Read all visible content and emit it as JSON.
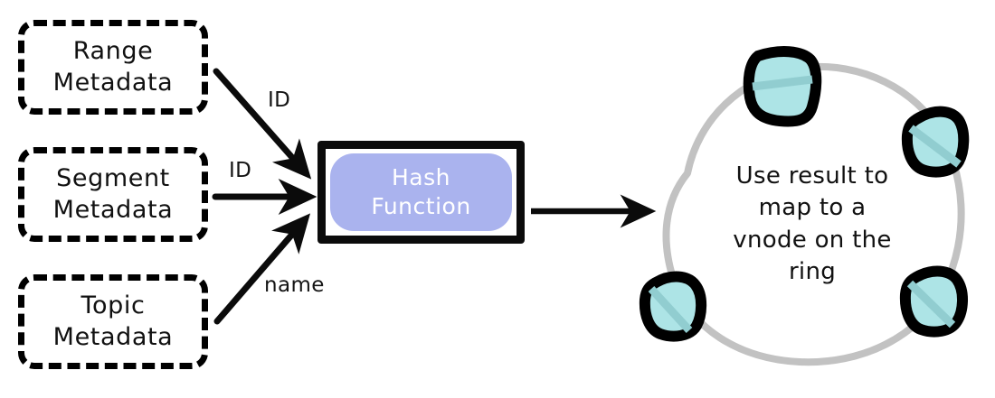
{
  "diagram": {
    "title_text_present": false,
    "colors": {
      "hash_fill": "#aab3ee",
      "hash_text": "#ffffff",
      "hash_border": "#0b0b0b",
      "vnode_fill": "#ade4e6",
      "vnode_band": "#91cdd0",
      "vnode_border": "#000000",
      "ring_stroke": "#c2c2c2",
      "box_border": "#000000",
      "text": "#111111",
      "background": "#ffffff"
    },
    "sources": [
      {
        "id": "range",
        "line1": "Range",
        "line2": "Metadata"
      },
      {
        "id": "segment",
        "line1": "Segment",
        "line2": "Metadata"
      },
      {
        "id": "topic",
        "line1": "Topic",
        "line2": "Metadata"
      }
    ],
    "hash": {
      "line1": "Hash",
      "line2": "Function"
    },
    "edges": [
      {
        "id": "range-to-hash",
        "label": "ID",
        "from": "range",
        "to": "hash"
      },
      {
        "id": "segment-to-hash",
        "label": "ID",
        "from": "segment",
        "to": "hash"
      },
      {
        "id": "topic-to-hash",
        "label": "name",
        "from": "topic",
        "to": "hash"
      },
      {
        "id": "hash-to-ring",
        "label": "",
        "from": "hash",
        "to": "ring"
      }
    ],
    "ring": {
      "caption_lines": [
        "Use result to",
        "map to a",
        "vnode on the",
        "ring"
      ],
      "vnode_count": 4,
      "vnodes": [
        {
          "id": "vnode-top",
          "position": "top"
        },
        {
          "id": "vnode-right",
          "position": "right"
        },
        {
          "id": "vnode-bottom-left",
          "position": "bottom-left"
        },
        {
          "id": "vnode-bottom-right",
          "position": "bottom-right"
        }
      ]
    }
  }
}
